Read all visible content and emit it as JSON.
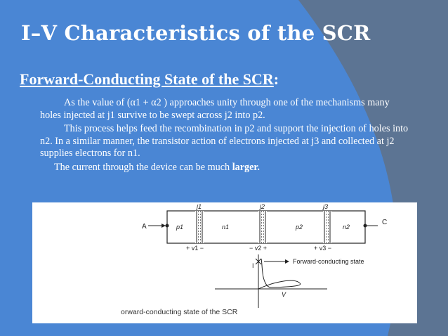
{
  "slide": {
    "title": "I–V Characteristics of the SCR",
    "subtitle": "Forward-Conducting State of the SCR",
    "subtitle_punct": ":",
    "paragraphs": [
      "As the value of (α1 +  α2 ) approaches unity through one of the mechanisms many holes injected at  j1 survive to be swept across j2 into p2.",
      "This process helps feed the recombination in p2 and support the injection of holes into n2. In a similar manner, the transistor action of electrons injected at j3 and collected at j2 supplies electrons for n1."
    ],
    "para3_text": "The current through the device can be much ",
    "para3_bold": "larger."
  },
  "figure": {
    "caption": "orward-conducting state of the SCR",
    "terminal_a": "A",
    "terminal_c": "C",
    "regions": [
      "p1",
      "n1",
      "p2",
      "n2"
    ],
    "junctions": [
      "j1",
      "j2",
      "j3"
    ],
    "voltages": [
      "+ v1 −",
      "− v2 +",
      "+ v3 −"
    ],
    "iv_axis_i": "I",
    "iv_axis_v": "V",
    "state_label": "Forward-conducting state"
  },
  "colors": {
    "background": "#4a86d4",
    "dark_band": "#5c7493",
    "text": "#ffffff"
  }
}
